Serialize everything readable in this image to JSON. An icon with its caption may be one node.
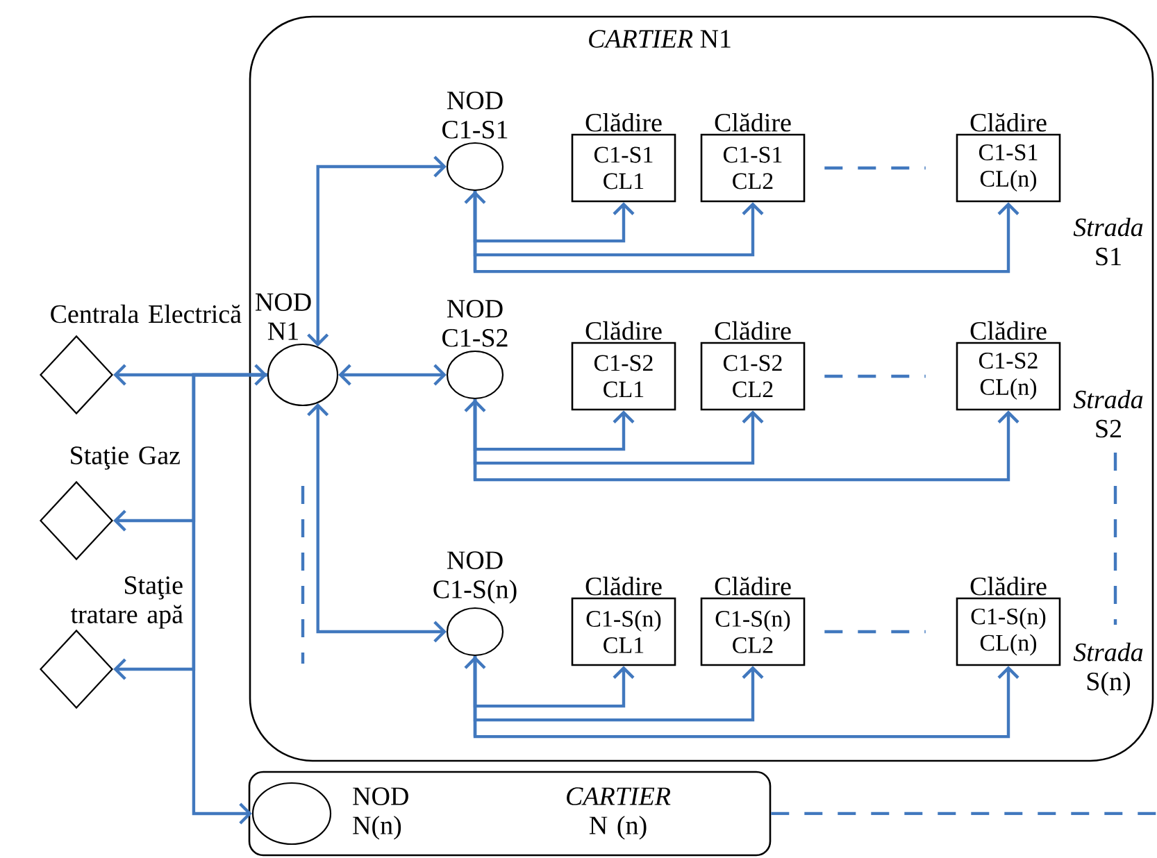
{
  "diagram": {
    "nodes": [
      {
        "text": [
          "*CARTIER* N1"
        ]
      },
      {
        "text": [
          "Centrala Electrică"
        ]
      },
      {
        "text": [
          "Staţie Gaz"
        ]
      },
      {
        "text": [
          "Staţie tratare apă"
        ]
      },
      {
        "text": [
          "NOD N1"
        ],
        "in": 0
      },
      {
        "text": [
          "NOD C1-S1"
        ],
        "in": 0
      },
      {
        "text": [
          "Clădire",
          "C1-S1 CL1"
        ],
        "in": 0
      },
      {
        "text": [
          "Clădire",
          "C1-S1 CL2"
        ],
        "in": 0
      },
      {
        "text": [
          "Clădire",
          "C1-S1 CL(n)"
        ],
        "in": 0
      },
      {
        "text": [
          "NOD C1-S2"
        ],
        "in": 0
      },
      {
        "text": [
          "Clădire",
          "C1-S2 CL1"
        ],
        "in": 0
      },
      {
        "text": [
          "Clădire",
          "C1-S2 CL2"
        ],
        "in": 0
      },
      {
        "text": [
          "Clădire",
          "C1-S2 CL(n)"
        ],
        "in": 0
      },
      {
        "text": [
          "NOD C1-S(n)"
        ],
        "in": 0
      },
      {
        "text": [
          "Clădire",
          "C1-S(n) CL1"
        ],
        "in": 0
      },
      {
        "text": [
          "Clădire",
          "C1-S(n) CL2"
        ],
        "in": 0
      },
      {
        "text": [
          "Clădire",
          "C1-S(n) CL(n)"
        ],
        "in": 0
      },
      {
        "text": [
          "*CARTIER* N (n)"
        ]
      },
      {
        "text": [
          "NOD N(n)"
        ],
        "in": 17
      }
    ],
    "edges": [
      {
        "from": 1,
        "to": 4,
        "arrow": "both"
      },
      {
        "from": 4,
        "to": 2,
        "arrow": "to"
      },
      {
        "from": 4,
        "to": 3,
        "arrow": "to"
      },
      {
        "from": 4,
        "to": 18,
        "arrow": "to"
      },
      {
        "from": 4,
        "to": 5,
        "arrow": "both"
      },
      {
        "from": 4,
        "to": 9,
        "arrow": "both"
      },
      {
        "from": 4,
        "to": 13,
        "arrow": "both"
      },
      {
        "from": 5,
        "to": 6,
        "arrow": "both"
      },
      {
        "from": 5,
        "to": 7,
        "arrow": "both"
      },
      {
        "from": 5,
        "to": 8,
        "arrow": "both"
      },
      {
        "from": 7,
        "to": 8,
        "arrow": "none",
        "style": "dashed"
      },
      {
        "from": 9,
        "to": 10,
        "arrow": "both"
      },
      {
        "from": 9,
        "to": 11,
        "arrow": "both"
      },
      {
        "from": 9,
        "to": 12,
        "arrow": "both"
      },
      {
        "from": 11,
        "to": 12,
        "arrow": "none",
        "style": "dashed"
      },
      {
        "from": 13,
        "to": 14,
        "arrow": "both"
      },
      {
        "from": 13,
        "to": 15,
        "arrow": "both"
      },
      {
        "from": 13,
        "to": 16,
        "arrow": "both"
      },
      {
        "from": 15,
        "to": 16,
        "arrow": "none",
        "style": "dashed"
      },
      {
        "from": 17,
        "to": null,
        "arrow": "none",
        "style": "dashed"
      }
    ],
    "labels": [
      "*Strada* S1",
      "*Strada* S2",
      "*Strada* S(n)"
    ]
  }
}
